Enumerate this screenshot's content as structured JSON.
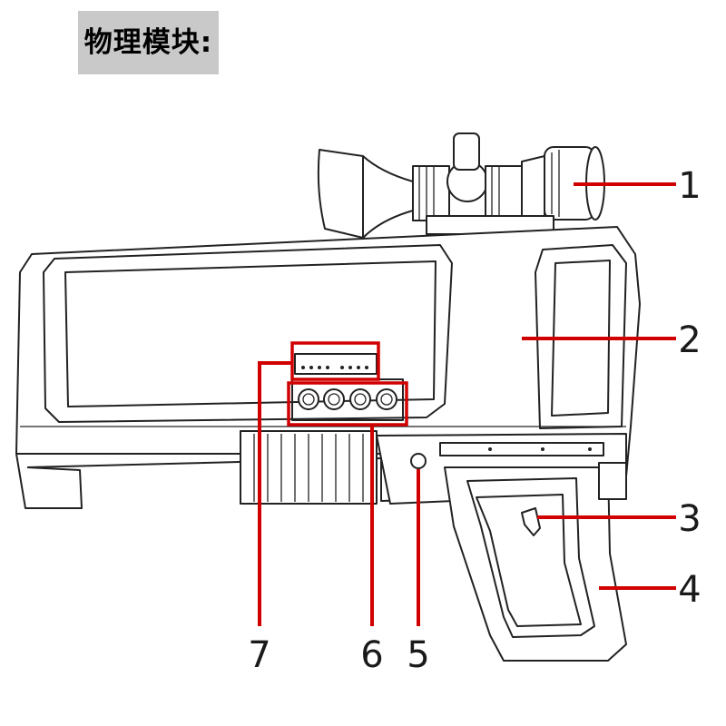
{
  "title": "物理模块:",
  "callouts": [
    {
      "number": "1",
      "part": "scope"
    },
    {
      "number": "2",
      "part": "body"
    },
    {
      "number": "3",
      "part": "trigger"
    },
    {
      "number": "4",
      "part": "grip"
    },
    {
      "number": "5",
      "part": "button"
    },
    {
      "number": "6",
      "part": "buttons-row"
    },
    {
      "number": "7",
      "part": "indicator-leds"
    }
  ],
  "colors": {
    "callout": "#d10000",
    "title_bg": "#c9c9c9",
    "outline": "#222222"
  }
}
